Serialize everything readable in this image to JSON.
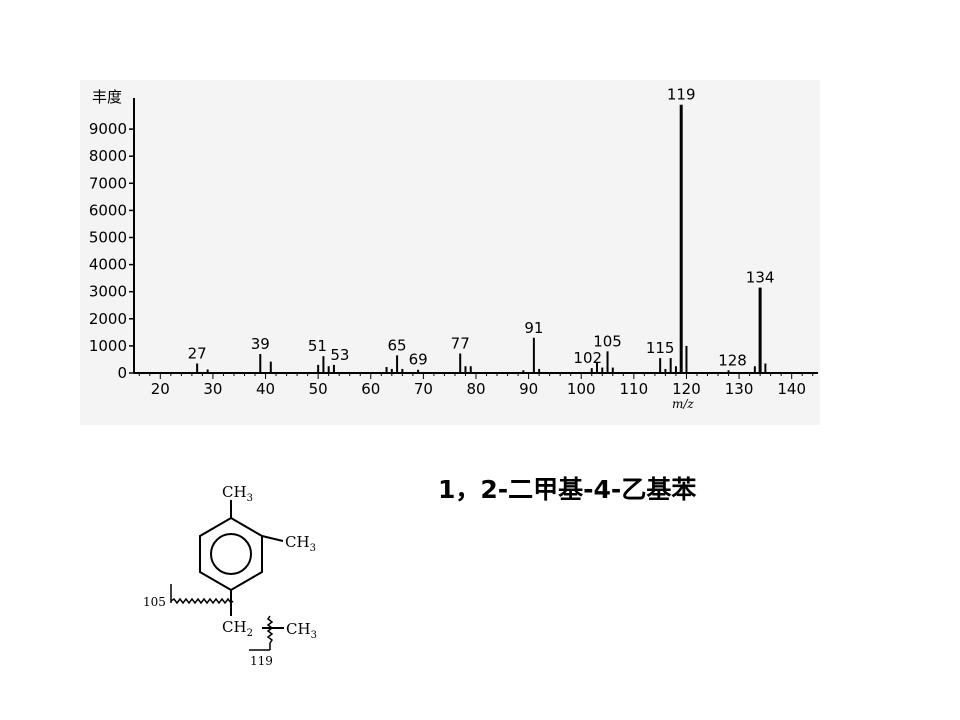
{
  "chart_data": {
    "type": "bar",
    "ylabel": "丰度",
    "xlabel": "m/z",
    "xlim": [
      15,
      145
    ],
    "ylim": [
      0,
      10000
    ],
    "yticks": [
      0,
      1000,
      2000,
      3000,
      4000,
      5000,
      6000,
      7000,
      8000,
      9000
    ],
    "xticks": [
      20,
      30,
      40,
      50,
      60,
      70,
      80,
      90,
      100,
      110,
      120,
      130,
      140
    ],
    "peaks": [
      {
        "mz": 27,
        "intensity": 350,
        "label": "27"
      },
      {
        "mz": 29,
        "intensity": 130
      },
      {
        "mz": 39,
        "intensity": 700,
        "label": "39"
      },
      {
        "mz": 41,
        "intensity": 420
      },
      {
        "mz": 50,
        "intensity": 300
      },
      {
        "mz": 51,
        "intensity": 620,
        "label": "51"
      },
      {
        "mz": 52,
        "intensity": 250
      },
      {
        "mz": 53,
        "intensity": 300,
        "label": "53"
      },
      {
        "mz": 63,
        "intensity": 220
      },
      {
        "mz": 64,
        "intensity": 150
      },
      {
        "mz": 65,
        "intensity": 650,
        "label": "65"
      },
      {
        "mz": 66,
        "intensity": 150
      },
      {
        "mz": 69,
        "intensity": 120,
        "label": "69"
      },
      {
        "mz": 77,
        "intensity": 720,
        "label": "77"
      },
      {
        "mz": 78,
        "intensity": 250
      },
      {
        "mz": 79,
        "intensity": 250
      },
      {
        "mz": 89,
        "intensity": 100
      },
      {
        "mz": 91,
        "intensity": 1300,
        "label": "91"
      },
      {
        "mz": 92,
        "intensity": 150
      },
      {
        "mz": 102,
        "intensity": 180,
        "label": "102"
      },
      {
        "mz": 103,
        "intensity": 400
      },
      {
        "mz": 104,
        "intensity": 200
      },
      {
        "mz": 105,
        "intensity": 800,
        "label": "105"
      },
      {
        "mz": 106,
        "intensity": 200
      },
      {
        "mz": 115,
        "intensity": 550,
        "label": "115"
      },
      {
        "mz": 116,
        "intensity": 150
      },
      {
        "mz": 117,
        "intensity": 550
      },
      {
        "mz": 118,
        "intensity": 250
      },
      {
        "mz": 119,
        "intensity": 9900,
        "label": "119"
      },
      {
        "mz": 120,
        "intensity": 1000
      },
      {
        "mz": 128,
        "intensity": 100,
        "label": "128"
      },
      {
        "mz": 133,
        "intensity": 250
      },
      {
        "mz": 134,
        "intensity": 3150,
        "label": "134"
      },
      {
        "mz": 135,
        "intensity": 350
      }
    ]
  },
  "compound_name": "1，2-二甲基-4-乙基苯",
  "structure": {
    "top_group": "CH",
    "top_sub": "3",
    "right_group": "CH",
    "right_sub": "3",
    "chain_ch2": "CH",
    "chain_ch2_sub": "2",
    "chain_ch3": "CH",
    "chain_ch3_sub": "3",
    "cleavage_left_label": "105",
    "cleavage_bottom_label": "119"
  }
}
